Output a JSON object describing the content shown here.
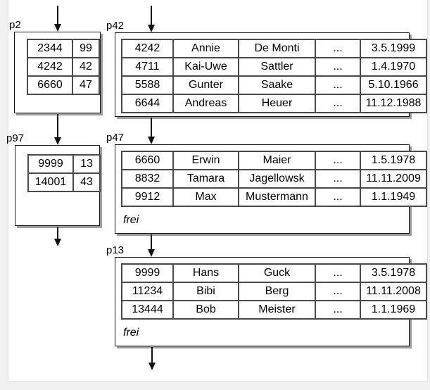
{
  "pages": {
    "p2": {
      "label": "p2",
      "rows": [
        [
          "2344",
          "99"
        ],
        [
          "4242",
          "42"
        ],
        [
          "6660",
          "47"
        ]
      ]
    },
    "p42": {
      "label": "p42",
      "rows": [
        [
          "4242",
          "Annie",
          "De Monti",
          "...",
          "3.5.1999"
        ],
        [
          "4711",
          "Kai-Uwe",
          "Sattler",
          "...",
          "1.4.1970"
        ],
        [
          "5588",
          "Gunter",
          "Saake",
          "...",
          "5.10.1966"
        ],
        [
          "6644",
          "Andreas",
          "Heuer",
          "...",
          "11.12.1988"
        ]
      ]
    },
    "p97": {
      "label": "p97",
      "rows": [
        [
          "9999",
          "13"
        ],
        [
          "14001",
          "43"
        ]
      ]
    },
    "p47": {
      "label": "p47",
      "free_label": "frei",
      "rows": [
        [
          "6660",
          "Erwin",
          "Maier",
          "...",
          "1.5.1978"
        ],
        [
          "8832",
          "Tamara",
          "Jagellowsk",
          "...",
          "11.11.2009"
        ],
        [
          "9912",
          "Max",
          "Mustermann",
          "...",
          "1.1.1949"
        ]
      ]
    },
    "p13": {
      "label": "p13",
      "free_label": "frei",
      "rows": [
        [
          "9999",
          "Hans",
          "Guck",
          "...",
          "3.5.1978"
        ],
        [
          "11234",
          "Bibi",
          "Berg",
          "...",
          "11.11.2008"
        ],
        [
          "13444",
          "Bob",
          "Meister",
          "...",
          "1.1.1969"
        ]
      ]
    }
  },
  "colors": {
    "box_border": "#161616",
    "table_border": "#4a4a4a",
    "box_shadow": "#9c9c9c",
    "arrow": "#111111",
    "background": "#ffffff"
  }
}
